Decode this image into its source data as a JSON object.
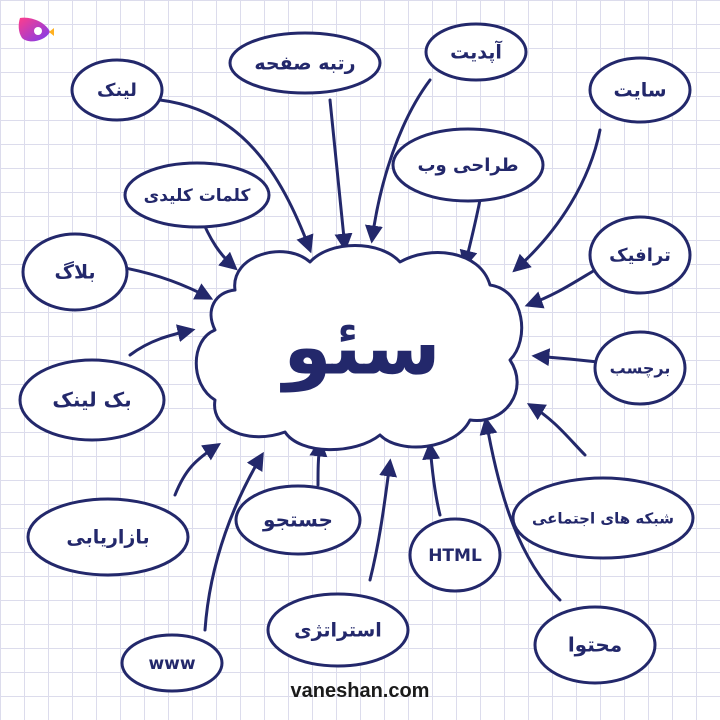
{
  "center": {
    "label": "سئو"
  },
  "nodes": [
    {
      "id": "rank",
      "label": "رتبه صفحه"
    },
    {
      "id": "update",
      "label": "آپدیت"
    },
    {
      "id": "site",
      "label": "سایت"
    },
    {
      "id": "link",
      "label": "لینک"
    },
    {
      "id": "webdesign",
      "label": "طراحی وب"
    },
    {
      "id": "keywords",
      "label": "کلمات کلیدی"
    },
    {
      "id": "traffic",
      "label": "ترافیک"
    },
    {
      "id": "blog",
      "label": "بلاگ"
    },
    {
      "id": "tag",
      "label": "برچسب"
    },
    {
      "id": "backlink",
      "label": "بک لینک"
    },
    {
      "id": "social",
      "label": "شبکه های اجتماعی"
    },
    {
      "id": "marketing",
      "label": "بازاریابی"
    },
    {
      "id": "search",
      "label": "جستجو"
    },
    {
      "id": "html",
      "label": "HTML"
    },
    {
      "id": "strategy",
      "label": "استراتژی"
    },
    {
      "id": "content",
      "label": "محتوا"
    },
    {
      "id": "www",
      "label": "www"
    }
  ],
  "footer": {
    "site": "vaneshan.com"
  },
  "colors": {
    "ink": "#23286b",
    "logo_gradient": [
      "#ff3d8b",
      "#7b3cf0"
    ],
    "logo_accent": "#ffb020"
  }
}
